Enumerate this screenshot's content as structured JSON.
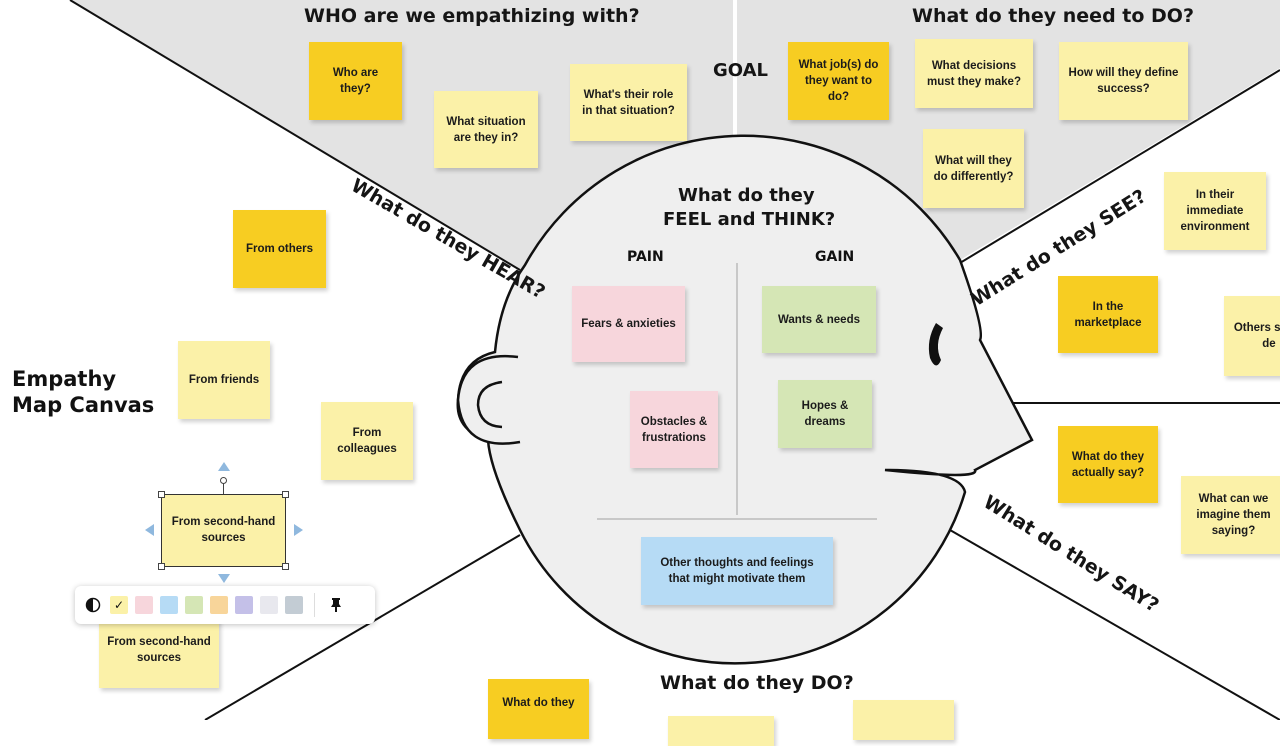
{
  "canvas_title": {
    "line1": "Empathy",
    "line2": "Map Canvas"
  },
  "headings": {
    "who": "WHO are we empathizing with?",
    "do_need": "What do they need to DO?",
    "goal": "GOAL",
    "hear": "What do they HEAR?",
    "see": "What do they SEE?",
    "say": "What do they SAY?",
    "do": "What do they DO?",
    "feel_think_1": "What do they",
    "feel_think_2": "FEEL and THINK?",
    "pain": "PAIN",
    "gain": "GAIN"
  },
  "notes": {
    "who_are_they": "Who are they?",
    "situation": "What situation are they in?",
    "role": "What's their role in that situation?",
    "jobs": "What job(s) do they want to do?",
    "decisions": "What decisions must they make?",
    "success": "How will they define success?",
    "differently": "What will they do differently?",
    "immediate_env": "In their immediate environment",
    "marketplace": "In the marketplace",
    "others_cut": "Others s and de",
    "from_others": "From others",
    "from_friends": "From friends",
    "from_colleagues": "From colleagues",
    "second_hand_selected": "From second-hand sources",
    "second_hand": "From second-hand sources",
    "fears": "Fears & anxieties",
    "obstacles": "Obstacles & frustrations",
    "wants": "Wants & needs",
    "hopes": "Hopes & dreams",
    "other_thoughts": "Other thoughts and feelings that might motivate them",
    "actually_say": "What do they actually say?",
    "imagine_saying": "What can we imagine them saying?",
    "do_bottom": "What do they"
  },
  "toolbar": {
    "contrast_icon": "contrast-icon",
    "check_icon": "check-icon",
    "pin_icon": "pin-icon",
    "swatches": [
      "#fbf1a8",
      "#f7d6dc",
      "#b6dbf5",
      "#d5e6b5",
      "#f8d59a",
      "#c4c0e8",
      "#e8e8ee",
      "#c3ccd4"
    ]
  },
  "colors": {
    "band_gray": "#e3e3e3",
    "head_fill": "#efefef",
    "note_pale": "#fbf1a8",
    "note_gold": "#f7cd22"
  }
}
